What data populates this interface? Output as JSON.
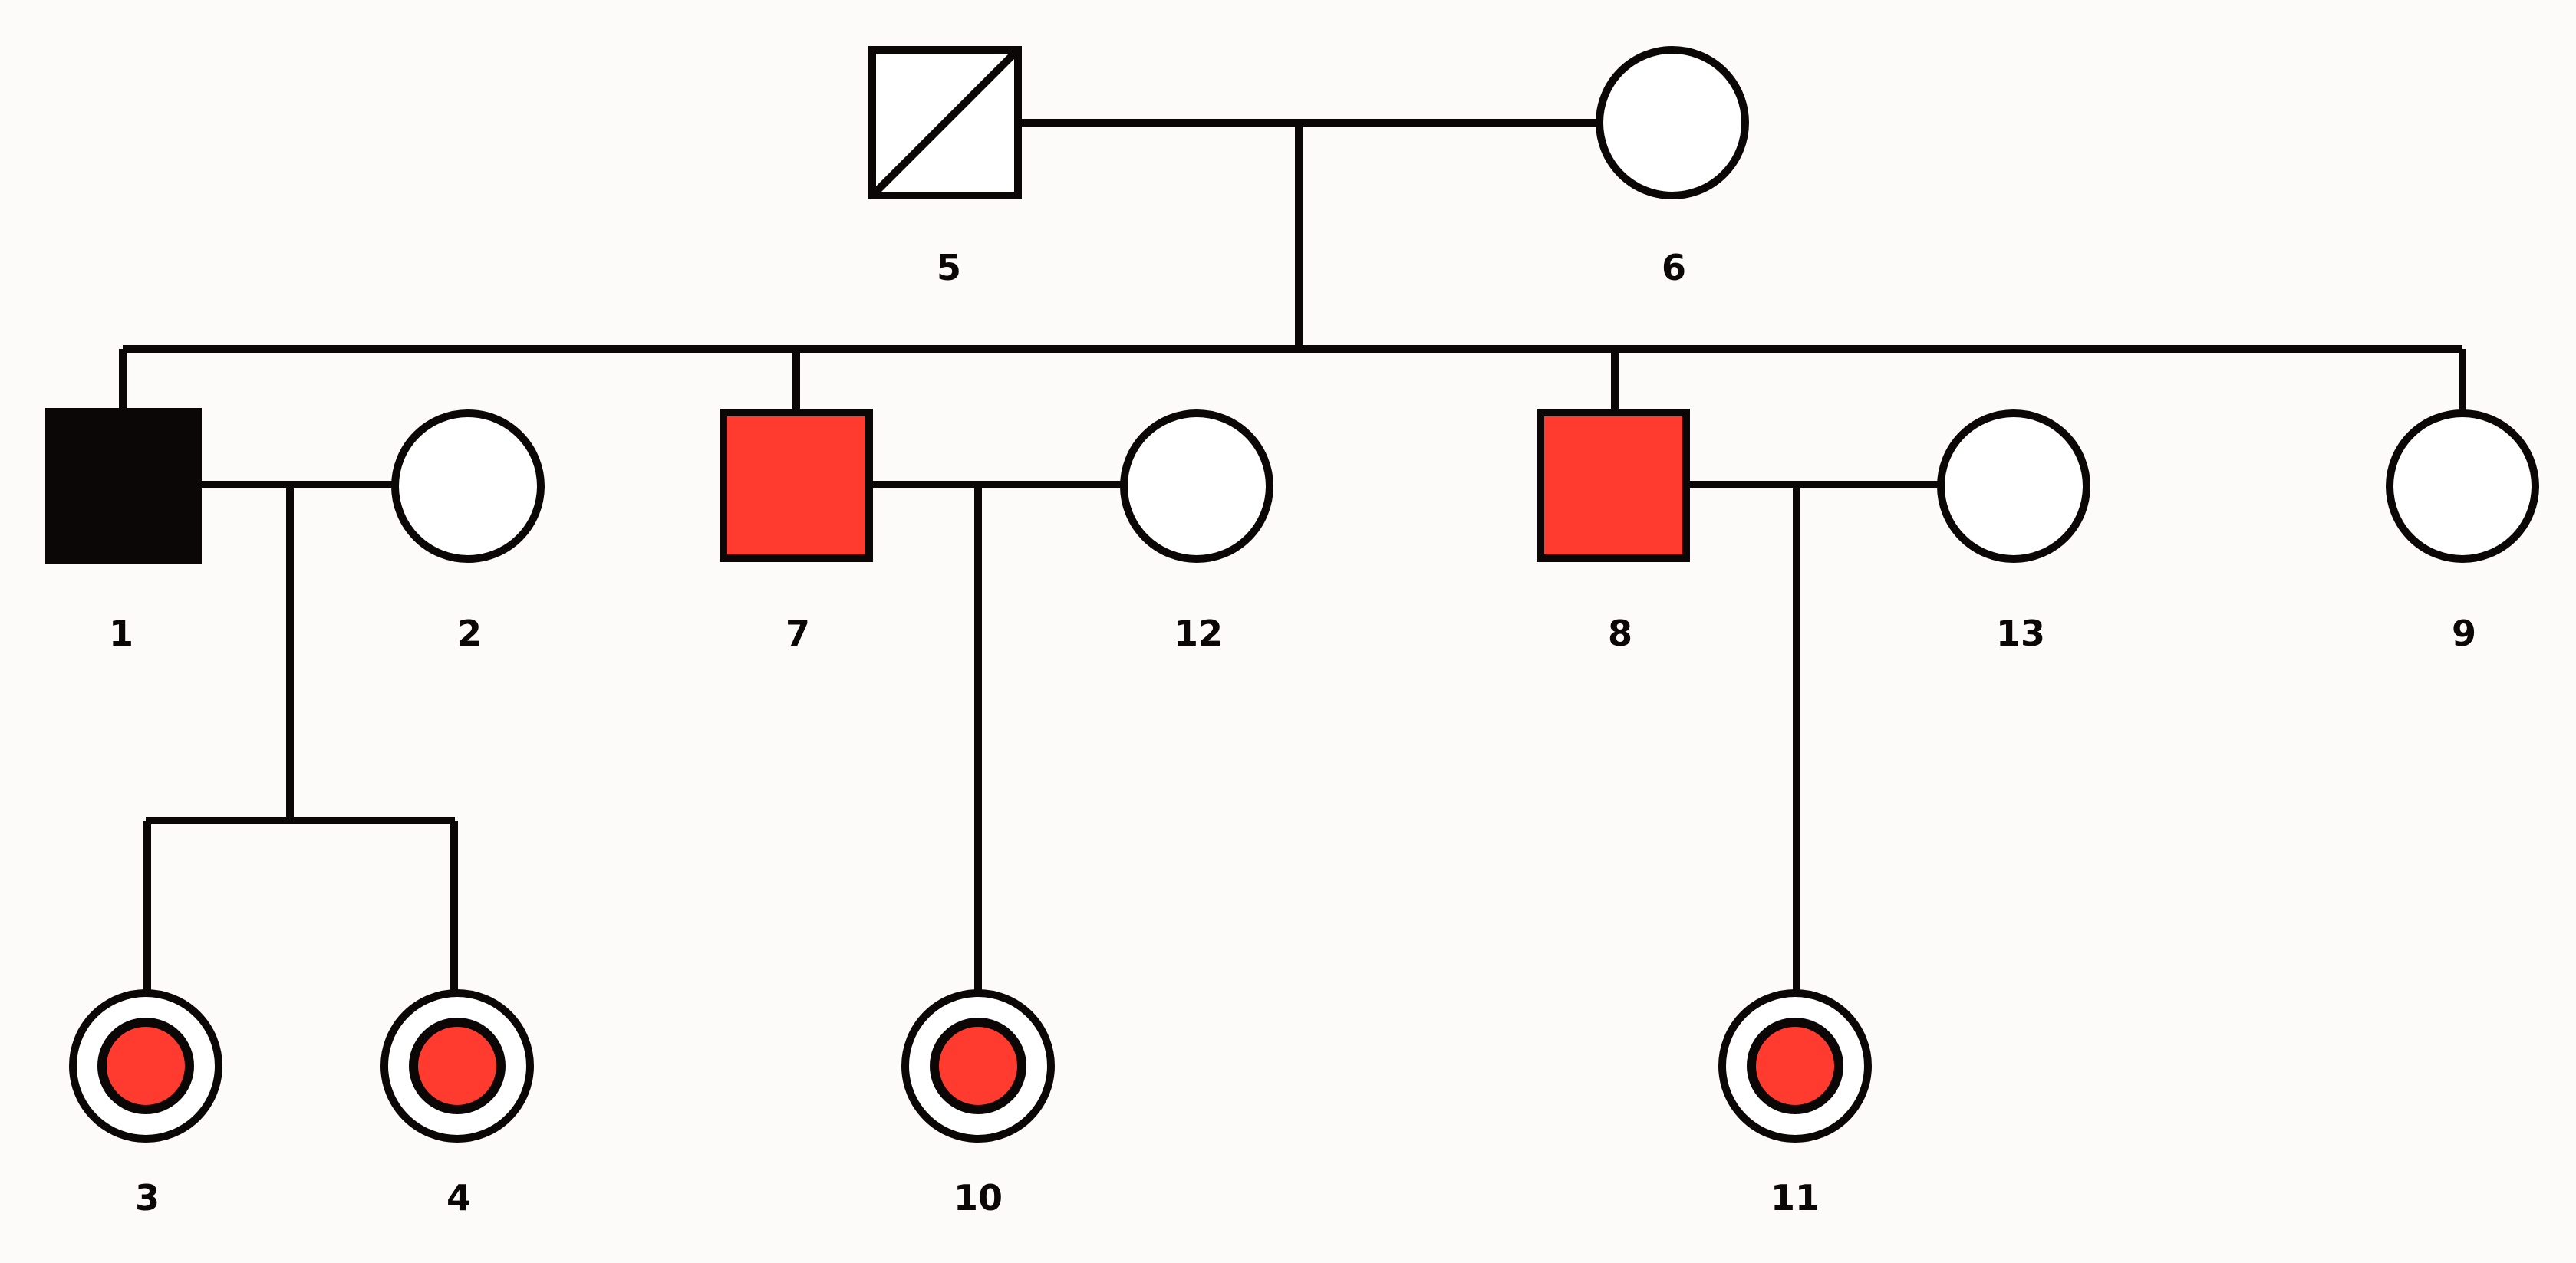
{
  "colors": {
    "affected_red": "#ff3b30",
    "affected_black": "#0b0706",
    "unaffected": "#ffffff",
    "stroke": "#0b0706"
  },
  "individuals": {
    "i1": {
      "label": "1",
      "sex": "male",
      "status": "affected-black"
    },
    "i2": {
      "label": "2",
      "sex": "female",
      "status": "unaffected"
    },
    "i3": {
      "label": "3",
      "sex": "female",
      "status": "affected-red-inner"
    },
    "i4": {
      "label": "4",
      "sex": "female",
      "status": "affected-red-inner"
    },
    "i5": {
      "label": "5",
      "sex": "male",
      "status": "deceased"
    },
    "i6": {
      "label": "6",
      "sex": "female",
      "status": "unaffected"
    },
    "i7": {
      "label": "7",
      "sex": "male",
      "status": "affected-red"
    },
    "i8": {
      "label": "8",
      "sex": "male",
      "status": "affected-red"
    },
    "i9": {
      "label": "9",
      "sex": "female",
      "status": "unaffected"
    },
    "i10": {
      "label": "10",
      "sex": "female",
      "status": "affected-red-inner"
    },
    "i11": {
      "label": "11",
      "sex": "female",
      "status": "affected-red-inner"
    },
    "i12": {
      "label": "12",
      "sex": "female",
      "status": "unaffected"
    },
    "i13": {
      "label": "13",
      "sex": "female",
      "status": "unaffected"
    }
  }
}
